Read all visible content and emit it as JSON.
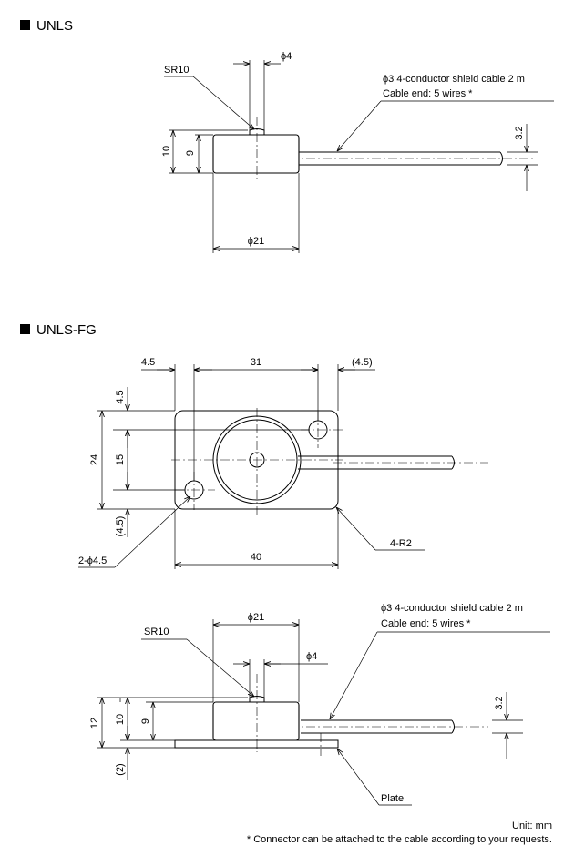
{
  "sections": {
    "unls": {
      "title": "UNLS",
      "sr": "SR10",
      "phi_small": "ϕ4",
      "phi_body": "ϕ21",
      "h_total": "10",
      "h_body": "9",
      "cable_dia": "3.2",
      "cable_line1": "ϕ3  4-conductor shield cable 2 m",
      "cable_line2": "Cable end: 5 wires *"
    },
    "unls_fg": {
      "title": "UNLS-FG",
      "top_left": "4.5",
      "top_mid": "31",
      "top_right": "(4.5)",
      "left_top": "4.5",
      "left_24": "24",
      "left_15": "15",
      "left_bot": "(4.5)",
      "bottom_40": "40",
      "holes": "2-ϕ4.5",
      "corners": "4-R2",
      "side_phi_body": "ϕ21",
      "side_sr": "SR10",
      "side_phi_small": "ϕ4",
      "side_h12": "12",
      "side_h10": "10",
      "side_h9": "9",
      "side_h2": "(2)",
      "side_cable_dia": "3.2",
      "plate": "Plate",
      "cable_line1": "ϕ3  4-conductor shield cable 2 m",
      "cable_line2": "Cable end: 5 wires *"
    }
  },
  "footer": {
    "unit": "Unit: mm",
    "note": "* Connector can be attached to the cable according to your requests."
  }
}
